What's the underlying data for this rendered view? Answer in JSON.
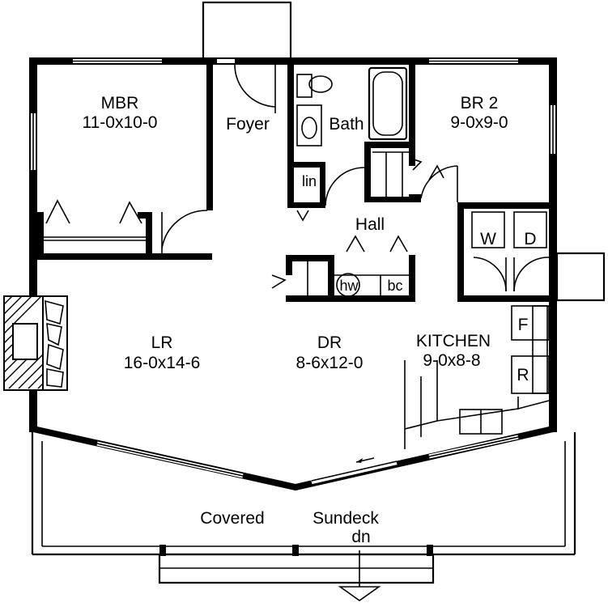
{
  "rooms": {
    "mbr": {
      "name": "MBR",
      "size": "11-0x10-0"
    },
    "foyer": {
      "name": "Foyer"
    },
    "bath": {
      "name": "Bath"
    },
    "br2": {
      "name": "BR 2",
      "size": "9-0x9-0"
    },
    "lin": {
      "name": "lin"
    },
    "hall": {
      "name": "Hall"
    },
    "hw": {
      "name": "hw"
    },
    "bc": {
      "name": "bc"
    },
    "washer": {
      "name": "W"
    },
    "dryer": {
      "name": "D"
    },
    "lr": {
      "name": "LR",
      "size": "16-0x14-6"
    },
    "dr": {
      "name": "DR",
      "size": "8-6x12-0"
    },
    "kitchen": {
      "name": "KITCHEN",
      "size": "9-0x8-8"
    },
    "fridge": {
      "name": "F"
    },
    "range": {
      "name": "R"
    },
    "deck": {
      "word1": "Covered",
      "word2": "Sundeck",
      "stair": "dn"
    }
  }
}
